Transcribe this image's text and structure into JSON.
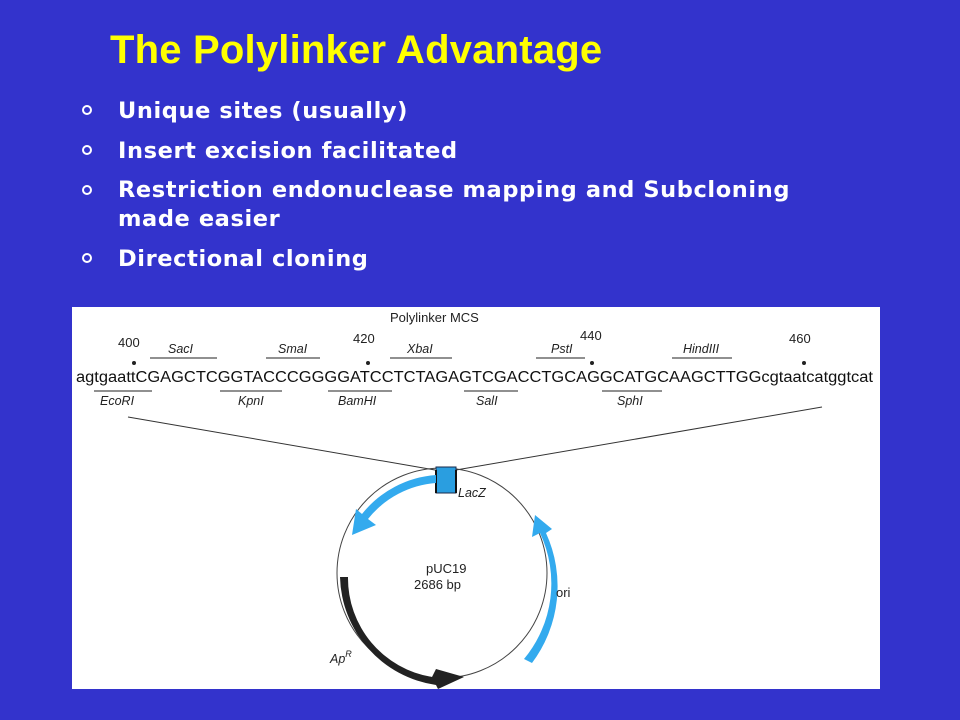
{
  "slide": {
    "title": "The Polylinker Advantage",
    "bullets": [
      "Unique sites (usually)",
      "Insert excision facilitated",
      "Restriction endonuclease mapping and Subcloning made easier",
      "Directional cloning"
    ]
  },
  "figure": {
    "header": "Polylinker MCS",
    "positions": [
      "400",
      "420",
      "440",
      "460"
    ],
    "sequence": "agtgaattCGAGCTCGGTACCCGGGGATCCTCTAGAGTCGACCTGCAGGCATGCAAGCTTGGcgtaatcatggtcat",
    "sites_top": [
      "SacI",
      "SmaI",
      "XbaI",
      "PstI",
      "HindIII"
    ],
    "sites_bottom": [
      "EcoRI",
      "KpnI",
      "BamHI",
      "SalI",
      "SphI"
    ],
    "plasmid": {
      "name": "pUC19",
      "size": "2686 bp",
      "gene_lacz": "LacZ",
      "ori": "ori",
      "ampr": "Ap",
      "ampr_sup": "R"
    },
    "colors": {
      "lacz_arrow": "#33aaee",
      "ori_arrow": "#33aaee",
      "ampr_arrow": "#222222"
    }
  }
}
